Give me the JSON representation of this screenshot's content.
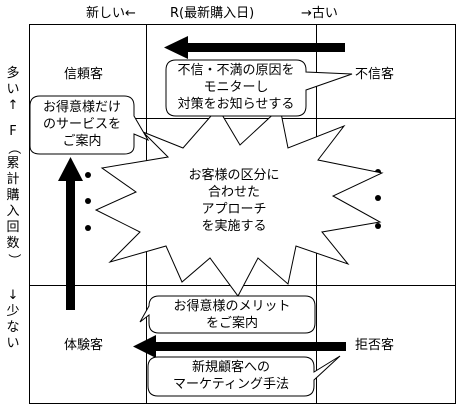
{
  "header": {
    "new_label": "新しい←",
    "r_label": "R(最新購入日)",
    "old_label": "→古い"
  },
  "left_axis": {
    "top_text": "多い↑",
    "f_text": "F（累計購入回数）",
    "bottom_text": "↓少ない"
  },
  "segments": {
    "trusted": "信頼客",
    "distrust": "不信客",
    "trial": "体験客",
    "refusal": "拒否客"
  },
  "callouts": {
    "distrust_monitor": "不信・不満の原因を\nモニターし\n対策をお知らせする",
    "vip_service": "お得意様だけ\nのサービスを\nご案内",
    "center_burst": "お客様の区分に\n合わせた\nアプローチ\nを実施する",
    "merit": "お得意様のメリット\nをご案内",
    "new_marketing": "新規顧客への\nマーケティング手法"
  },
  "colors": {
    "line": "#000000",
    "background": "#ffffff"
  }
}
